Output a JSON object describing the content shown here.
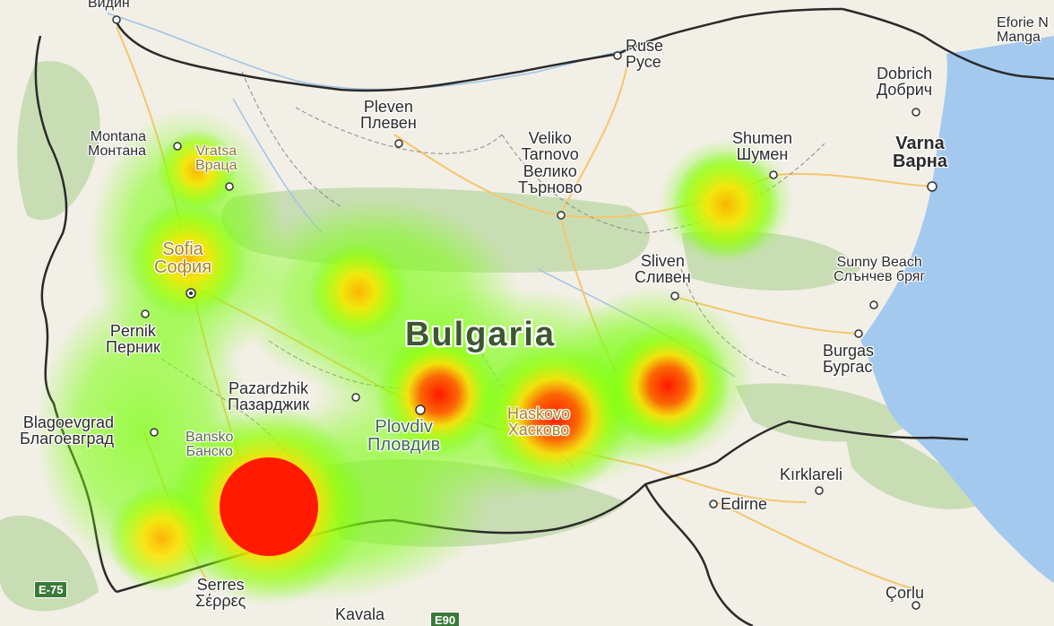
{
  "map": {
    "country_label": "Bulgaria",
    "road_shields": [
      "E-75",
      "E90"
    ],
    "colors": {
      "land": "#f2efe6",
      "forest": "#c8dcb4",
      "sea": "#9fc6ee",
      "border": "#2a2a2a",
      "heat_low": "#66ff00",
      "heat_mid": "#ffdd00",
      "heat_high": "#ff1800"
    },
    "places": [
      {
        "id": "vidin",
        "lines": [
          "Видин"
        ]
      },
      {
        "id": "ruse",
        "lines": [
          "Ruse",
          "Русе"
        ]
      },
      {
        "id": "eforie",
        "lines": [
          "Eforie N",
          "Manga"
        ]
      },
      {
        "id": "dobrich",
        "lines": [
          "Dobrich",
          "Добрич"
        ]
      },
      {
        "id": "pleven",
        "lines": [
          "Pleven",
          "Плевен"
        ]
      },
      {
        "id": "montana",
        "lines": [
          "Montana",
          "Монтана"
        ]
      },
      {
        "id": "vratsa",
        "lines": [
          "Vratsa",
          "Враца"
        ]
      },
      {
        "id": "veliko",
        "lines": [
          "Veliko",
          "Tarnovo",
          "Велико",
          "Търново"
        ]
      },
      {
        "id": "shumen",
        "lines": [
          "Shumen",
          "Шумен"
        ]
      },
      {
        "id": "varna",
        "lines": [
          "Varna",
          "Варна"
        ]
      },
      {
        "id": "sofia",
        "lines": [
          "Sofia",
          "София"
        ]
      },
      {
        "id": "sliven",
        "lines": [
          "Sliven",
          "Сливен"
        ]
      },
      {
        "id": "sunny",
        "lines": [
          "Sunny Beach",
          "Слънчев бряг"
        ]
      },
      {
        "id": "pernik",
        "lines": [
          "Pernik",
          "Перник"
        ]
      },
      {
        "id": "burgas",
        "lines": [
          "Burgas",
          "Бургас"
        ]
      },
      {
        "id": "pazardzhik",
        "lines": [
          "Pazardzhik",
          "Пазарджик"
        ]
      },
      {
        "id": "plovdiv",
        "lines": [
          "Plovdiv",
          "Пловдив"
        ]
      },
      {
        "id": "haskovo",
        "lines": [
          "Haskovo",
          "Хасково"
        ]
      },
      {
        "id": "blagoevgrad",
        "lines": [
          "Blagoevgrad",
          "Благоевград"
        ]
      },
      {
        "id": "bansko",
        "lines": [
          "Bansko",
          "Банско"
        ]
      },
      {
        "id": "kirklareli",
        "lines": [
          "Kırklareli"
        ]
      },
      {
        "id": "edirne",
        "lines": [
          "Edirne"
        ]
      },
      {
        "id": "serres",
        "lines": [
          "Serres",
          "Σέρρες"
        ]
      },
      {
        "id": "kavala",
        "lines": [
          "Kavala"
        ]
      },
      {
        "id": "corlu",
        "lines": [
          "Çorlu"
        ]
      }
    ],
    "heat_spots": [
      {
        "id": "bansko-hot",
        "level": 1.0
      },
      {
        "id": "south-west",
        "level": 0.55
      },
      {
        "id": "sofia",
        "level": 0.5
      },
      {
        "id": "vratsa",
        "level": 0.35
      },
      {
        "id": "central",
        "level": 0.45
      },
      {
        "id": "plovdiv-east",
        "level": 0.75
      },
      {
        "id": "haskovo",
        "level": 0.8
      },
      {
        "id": "east",
        "level": 0.85
      },
      {
        "id": "shumen",
        "level": 0.5
      }
    ]
  }
}
